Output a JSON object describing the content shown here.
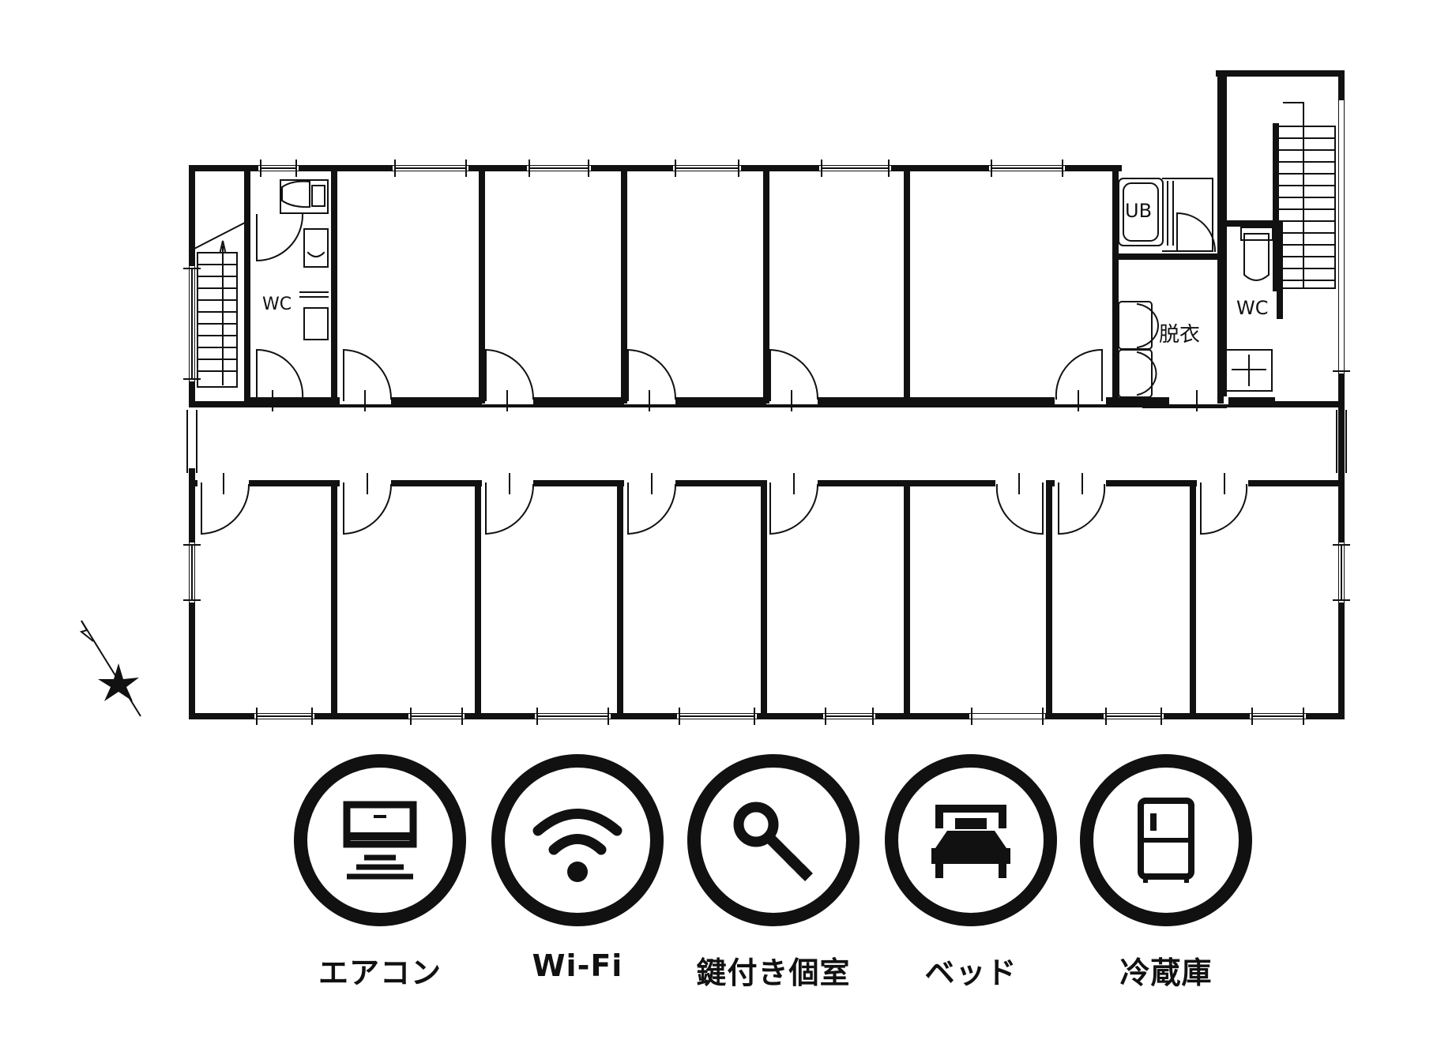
{
  "floor_plan": {
    "labels": {
      "wc_left": "WC",
      "wc_right": "WC",
      "unit_bath": "UB",
      "changing_room": "脱衣"
    },
    "colors": {
      "wall": "#111111",
      "background": "#ffffff"
    }
  },
  "amenities": [
    {
      "icon": "air-conditioner-icon",
      "label": "エアコン"
    },
    {
      "icon": "wifi-icon",
      "label": "Wi-Fi"
    },
    {
      "icon": "key-icon",
      "label": "鍵付き個室"
    },
    {
      "icon": "bed-icon",
      "label": "ベッド"
    },
    {
      "icon": "refrigerator-icon",
      "label": "冷蔵庫"
    }
  ]
}
